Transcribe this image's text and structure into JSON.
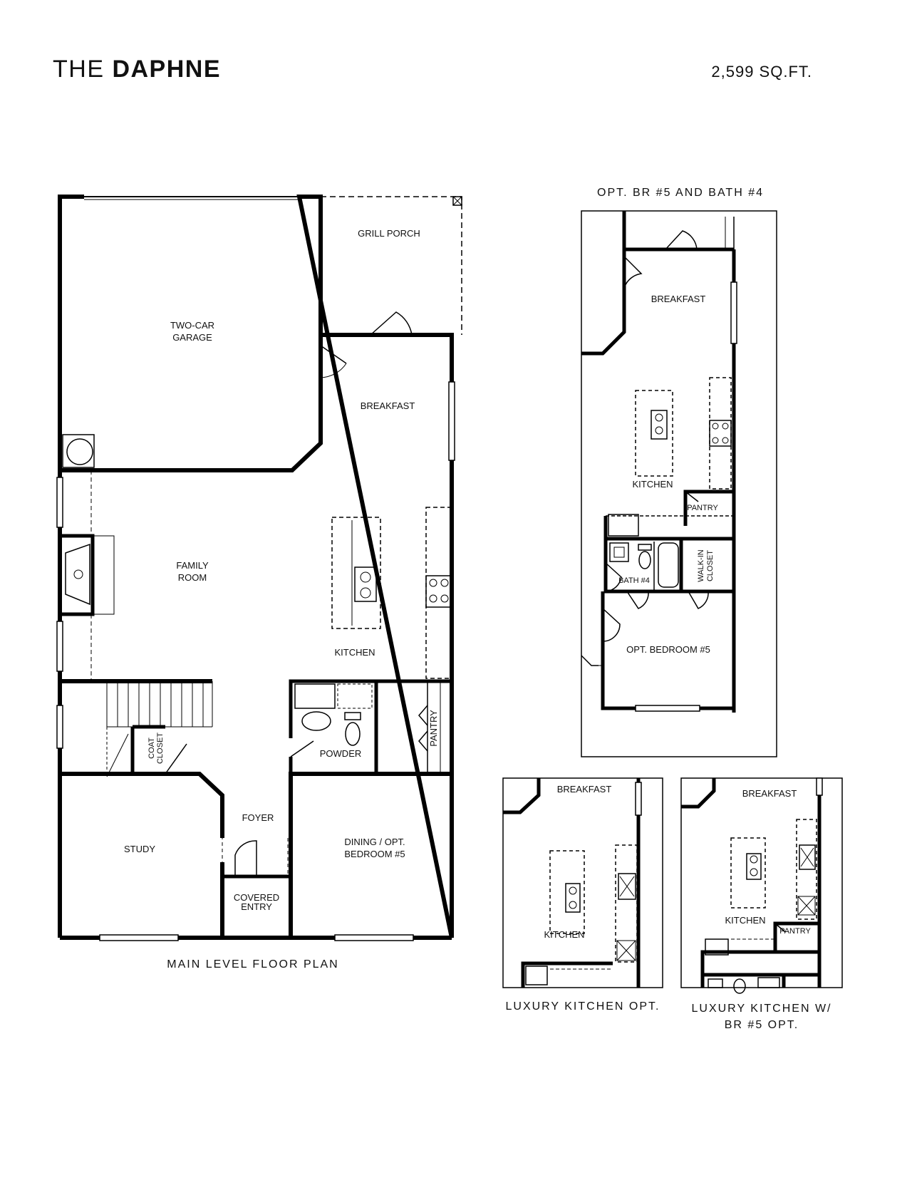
{
  "header": {
    "title_prefix": "THE",
    "title_name": "DAPHNE",
    "sqft": "2,599 SQ.FT."
  },
  "main_plan": {
    "caption": "MAIN LEVEL FLOOR PLAN",
    "rooms": {
      "grill_porch": "GRILL PORCH",
      "garage_1": "TWO-CAR",
      "garage_2": "GARAGE",
      "breakfast": "BREAKFAST",
      "family_1": "FAMILY",
      "family_2": "ROOM",
      "kitchen": "KITCHEN",
      "powder": "POWDER",
      "pantry": "PANTRY",
      "coat_1": "COAT",
      "coat_2": "CLOSET",
      "foyer": "FOYER",
      "study": "STUDY",
      "dining_1": "DINING / OPT.",
      "dining_2": "BEDROOM #5",
      "covered_1": "COVERED",
      "covered_2": "ENTRY"
    }
  },
  "opt_br5": {
    "caption": "OPT. BR #5 AND BATH  #4",
    "rooms": {
      "breakfast": "BREAKFAST",
      "kitchen": "KITCHEN",
      "pantry": "PANTRY",
      "bath4": "BATH #4",
      "walkin_1": "WALK-IN",
      "walkin_2": "CLOSET",
      "bedroom5": "OPT. BEDROOM #5"
    }
  },
  "lux_kitchen": {
    "caption": "LUXURY KITCHEN OPT.",
    "rooms": {
      "breakfast": "BREAKFAST",
      "kitchen": "KITCHEN"
    }
  },
  "lux_kitchen_br5": {
    "caption_1": "LUXURY KITCHEN W/",
    "caption_2": "BR #5 OPT.",
    "rooms": {
      "breakfast": "BREAKFAST",
      "kitchen": "KITCHEN",
      "pantry": "PANTRY"
    }
  }
}
